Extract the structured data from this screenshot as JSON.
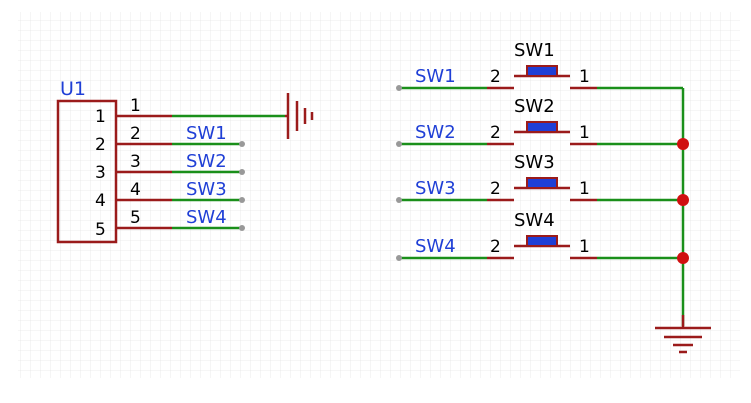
{
  "colors": {
    "background": "#ffffff",
    "grid": "#e4e4e4",
    "component": "#9b1b1b",
    "wire": "#1a8f1a",
    "net_label": "#1f3fd6",
    "pin_text": "#000000",
    "junction": "#d01010",
    "pin_end": "#999999",
    "button_fill": "#1f3fd6"
  },
  "connector": {
    "designator": "U1",
    "pins": [
      {
        "number": "1",
        "pad": "1",
        "net": ""
      },
      {
        "number": "2",
        "pad": "2",
        "net": "SW1"
      },
      {
        "number": "3",
        "pad": "3",
        "net": "SW2"
      },
      {
        "number": "4",
        "pad": "4",
        "net": "SW3"
      },
      {
        "number": "5",
        "pad": "5",
        "net": "SW4"
      }
    ],
    "pin1_symbol": "ground-icon"
  },
  "switches": [
    {
      "designator": "SW1",
      "net": "SW1",
      "pin_left": "2",
      "pin_right": "1"
    },
    {
      "designator": "SW2",
      "net": "SW2",
      "pin_left": "2",
      "pin_right": "1"
    },
    {
      "designator": "SW3",
      "net": "SW3",
      "pin_left": "2",
      "pin_right": "1"
    },
    {
      "designator": "SW4",
      "net": "SW4",
      "pin_left": "2",
      "pin_right": "1"
    }
  ],
  "common_symbol": "ground-icon"
}
